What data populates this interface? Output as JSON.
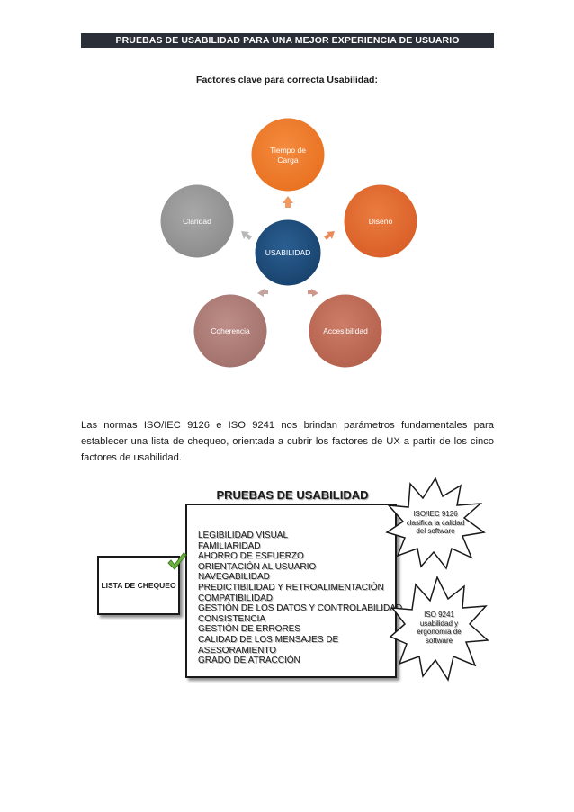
{
  "header": {
    "title": "PRUEBAS DE USABILIDAD PARA UNA MEJOR EXPERIENCIA DE USUARIO"
  },
  "subtitle": "Factores clave para correcta Usabilidad:",
  "diagram": {
    "center": "USABILIDAD",
    "nodes": [
      {
        "line1": "Tiempo de",
        "line2": "Carga",
        "color": "#ef7a2e"
      },
      {
        "line1": "Diseño",
        "line2": "",
        "color": "#e06a30"
      },
      {
        "line1": "Accesibilidad",
        "line2": "",
        "color": "#c0705d"
      },
      {
        "line1": "Coherencia",
        "line2": "",
        "color": "#b0807a"
      },
      {
        "line1": "Claridad",
        "line2": "",
        "color": "#9a9a9a"
      }
    ],
    "center_color": "#1f4e79"
  },
  "paragraph": "Las normas ISO/IEC 9126 e ISO 9241 nos brindan parámetros fundamentales para establecer una lista de chequeo, orientada a cubrir los factores de UX a partir de los cinco factores de usabilidad.",
  "checklist": {
    "title": "PRUEBAS DE USABILIDAD",
    "label": "LISTA DE CHEQUEO",
    "items": [
      "LEGIBILIDAD VISUAL",
      "FAMILIARIDAD",
      "AHORRO DE ESFUERZO",
      "ORIENTACIÓN AL USUARIO",
      "NAVEGABILIDAD",
      "PREDICTIBILIDAD Y RETROALIMENTACIÓN",
      "COMPATIBILIDAD",
      "GESTIÓN DE LOS DATOS Y CONTROLABILIDAD",
      "CONSISTENCIA",
      "GESTIÓN DE ERRORES",
      "CALIDAD DE LOS MENSAJES DE",
      "ASESORAMIENTO",
      "GRADO DE ATRACCIÓN"
    ],
    "burst1": {
      "line1": "ISO/IEC 9126",
      "line2": "clasifica la calidad",
      "line3": "del software"
    },
    "burst2": {
      "line1": "ISO 9241",
      "line2": "usabilidad y",
      "line3": "ergonomía de",
      "line4": "software"
    }
  }
}
